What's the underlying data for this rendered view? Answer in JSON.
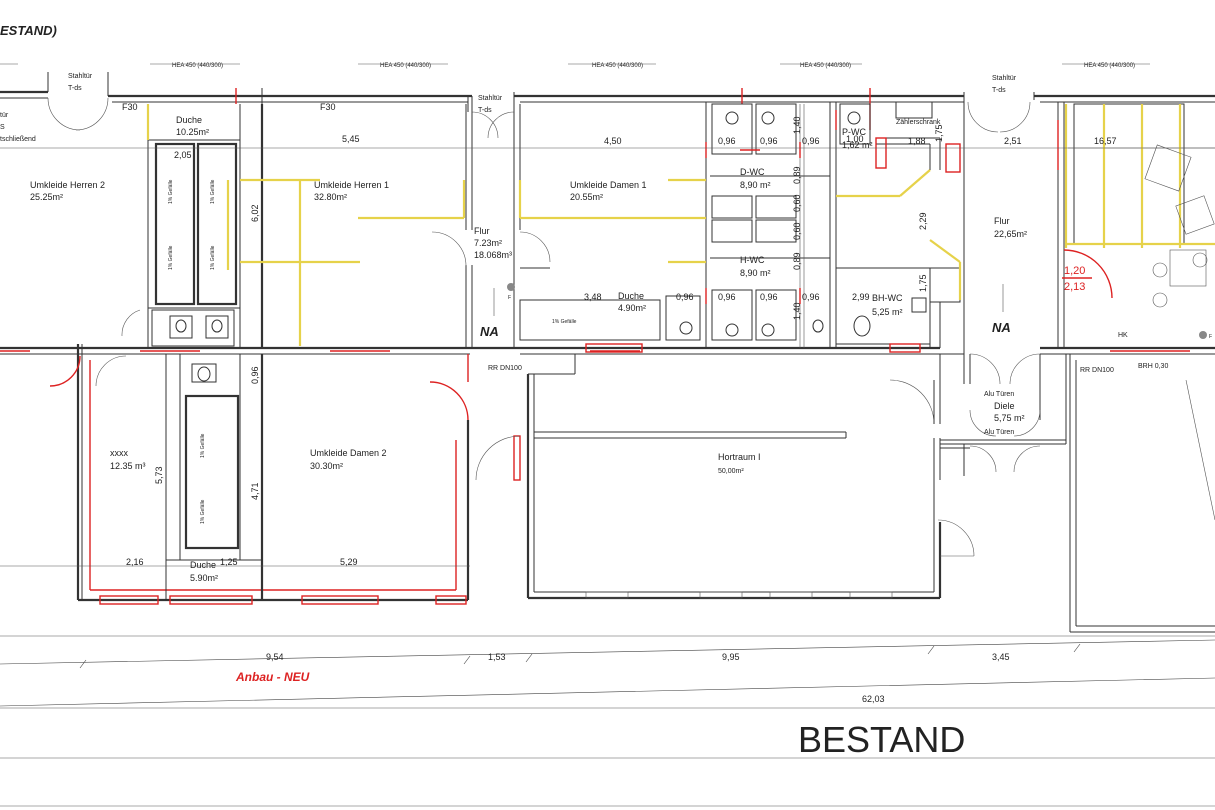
{
  "header": {
    "title": "ESTAND)"
  },
  "beams": {
    "hea": "HEA 450 (440/300)"
  },
  "doors": {
    "steel_1": "Stahltür",
    "steel_1b": "T-ds",
    "steel_2": "Stahltür",
    "steel_2b": "T-ds",
    "steel_3": "Stahltür",
    "steel_3b": "T-ds",
    "fire_1": "F30",
    "fire_2": "F30",
    "alu_1": "Alu Türen",
    "alu_2": "Alu Türen"
  },
  "left_edge": {
    "line1": "tür",
    "line2": "S",
    "line3": "tschließend"
  },
  "rooms": {
    "umkleide_herren_2": {
      "name": "Umkleide Herren 2",
      "area": "25.25m²"
    },
    "duche_1": {
      "name": "Duche",
      "area": "10.25m²"
    },
    "umkleide_herren_1": {
      "name": "Umkleide Herren 1",
      "area": "32.80m²"
    },
    "flur_1": {
      "name": "Flur",
      "area": "7.23m²",
      "extra": "18.068m³"
    },
    "umkleide_damen_1": {
      "name": "Umkleide Damen 1",
      "area": "20.55m²"
    },
    "duche_2": {
      "name": "Duche",
      "area": "4.90m²"
    },
    "d_wc": {
      "name": "D-WC",
      "area": "8,90 m²"
    },
    "h_wc": {
      "name": "H-WC",
      "area": "8,90 m²"
    },
    "p_wc": {
      "name": "P-WC",
      "area": "1,62 m²"
    },
    "bh_wc": {
      "name": "BH-WC",
      "area": "5,25 m²"
    },
    "zaehler": {
      "name": "Zählerschrank"
    },
    "flur_2": {
      "name": "Flur",
      "area": "22,65m²"
    },
    "xxxx": {
      "name": "xxxx",
      "area": "12.35 m³"
    },
    "duche_3": {
      "name": "Duche",
      "area": "5.90m²"
    },
    "umkleide_damen_2": {
      "name": "Umkleide Damen 2",
      "area": "30.30m²"
    },
    "hortraum": {
      "name": "Hortraum I",
      "area": "50,00m²"
    },
    "diele": {
      "name": "Diele",
      "area": "5,75 m²"
    }
  },
  "dims": {
    "d205": "2,05",
    "d602": "6,02",
    "d545": "5,45",
    "d450": "4,50",
    "d096a": "0,96",
    "d096b": "0,96",
    "d096c": "0,96",
    "d140a": "1,40",
    "d188": "1,88",
    "d175a": "1,75",
    "d251": "2,51",
    "d1657": "16,57",
    "d089a": "0,89",
    "d060a": "0,60",
    "d060b": "0,60",
    "d089b": "0,89",
    "d229": "2,29",
    "d175b": "1,75",
    "d140b": "1,40",
    "d100": "1,00",
    "d348": "3,48",
    "d096d": "0,96",
    "d096e": "0,96",
    "d096f": "0,96",
    "d096g": "0,96",
    "d299": "2,99",
    "d096h": "0,96",
    "d573": "5,73",
    "d471": "4,71",
    "d216": "2,16",
    "d125": "1,25",
    "d529": "5,29",
    "d120": "1,20",
    "d213": "2,13"
  },
  "slopes": {
    "s1": "1% Gefälle",
    "s2": "1% Gefälle",
    "s3": "1% Gefälle",
    "s4": "1% Gefälle",
    "s5": "1% Gefälle",
    "s6": "1% Gefälle",
    "s7": "1% Gefälle"
  },
  "exits": {
    "na_1": "NA",
    "na_2": "NA"
  },
  "markers": {
    "f1": "F",
    "f2": "F"
  },
  "misc": {
    "rr_1": "RR DN100",
    "rr_2": "RR DN100",
    "hk": "HK",
    "brh": "BRH 0,30"
  },
  "bottom": {
    "seg_1": "9,54",
    "seg_2": "1,53",
    "seg_3": "9,95",
    "seg_4": "3,45",
    "total": "62,03",
    "anbau": "Anbau - NEU",
    "bestand": "BESTAND"
  }
}
